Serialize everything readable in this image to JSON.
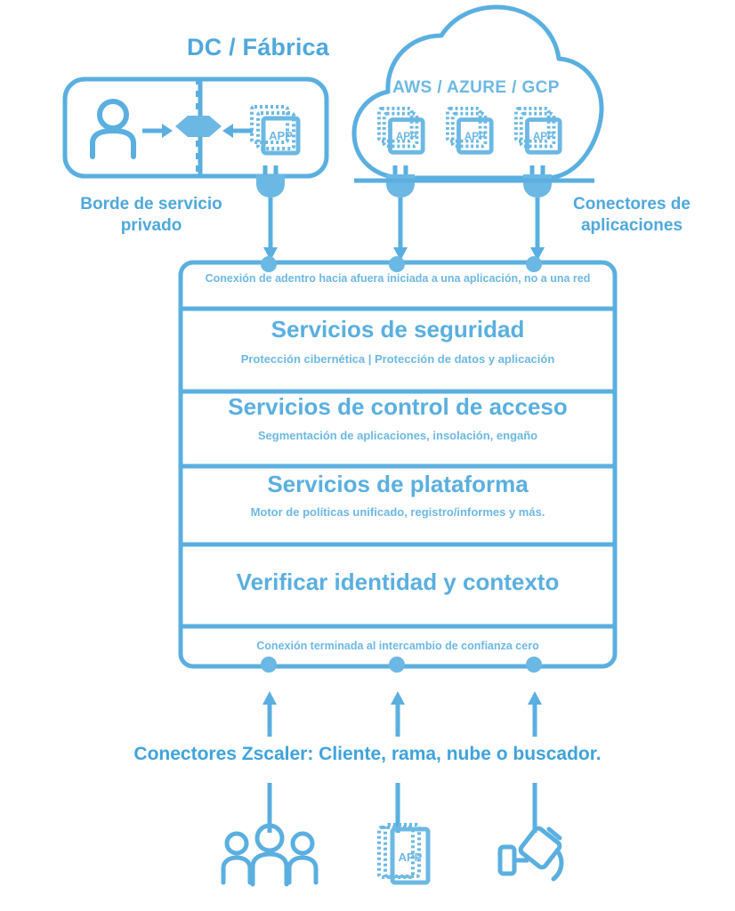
{
  "diagram": {
    "title": "Zero trust exchange architecture",
    "accent_color": "#5AAFE0",
    "accent_light": "#6CB8E4",
    "accent_dark": "#3FA3DC",
    "background": "#ffffff"
  },
  "top": {
    "dc_title": "DC / Fábrica",
    "cloud_title": "AWS / AZURE / GCP",
    "left_label": "Borde de servicio privado",
    "right_label": "Conectores de aplicaciones",
    "chip_label": "APP",
    "cloud_chips": [
      "APP",
      "APP",
      "APP"
    ]
  },
  "stack": {
    "top_caption": "Conexión de adentro hacia afuera iniciada a una aplicación, no a una red",
    "bottom_caption": "Conexión terminada al intercambio de confianza cero",
    "sections": [
      {
        "heading": "Servicios de seguridad",
        "sub": "Protección cibernética | Protección de datos y aplicación"
      },
      {
        "heading": "Servicios de control de acceso",
        "sub": "Segmentación de aplicaciones, insolación, engaño"
      },
      {
        "heading": "Servicios de plataforma",
        "sub": "Motor de políticas unificado, registro/informes y más."
      },
      {
        "heading": "Verificar identidad y contexto",
        "sub": ""
      }
    ]
  },
  "bottom": {
    "connectors_label": "Conectores Zscaler: Cliente, rama, nube o buscador.",
    "icons": [
      "users-group-icon",
      "app-document-icon",
      "iot-device-icon"
    ],
    "doc_chip_label": "APP"
  }
}
